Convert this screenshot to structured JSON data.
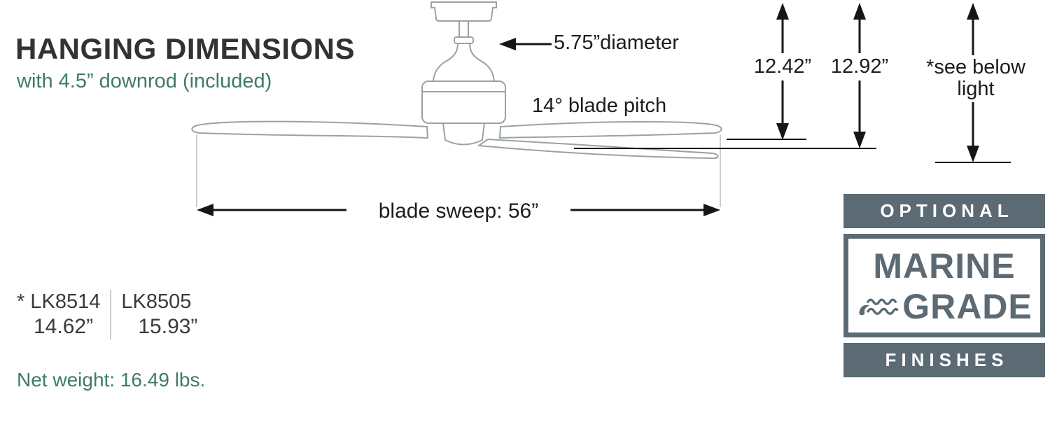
{
  "colors": {
    "accent_teal": "#3f7a6d",
    "badge_slate": "#5b6a73",
    "text_dark": "#323232",
    "line_gray": "#9aa2a7",
    "arrow_black": "#161616"
  },
  "header": {
    "title": "HANGING DIMENSIONS",
    "subtitle": "with 4.5” downrod (included)"
  },
  "annotations": {
    "canopy_diameter": "5.75”diameter",
    "blade_pitch": "14° blade pitch",
    "hanging_height_no_light": "12.42”",
    "hanging_height_alt": "12.92”",
    "see_below_note": "*see below",
    "see_below_note_line2": "light",
    "blade_sweep": "blade sweep: 56”"
  },
  "light_kits": {
    "note_marker": "*",
    "columns": [
      {
        "model": "LK8514",
        "hanging_height": "14.62”"
      },
      {
        "model": "LK8505",
        "hanging_height": "15.93”"
      }
    ]
  },
  "footer": {
    "net_weight": "Net weight: 16.49 lbs."
  },
  "badge": {
    "top_label": "OPTIONAL",
    "title_line1": "MARINE",
    "title_line2": "GRADE",
    "bottom_label": "FINISHES"
  }
}
